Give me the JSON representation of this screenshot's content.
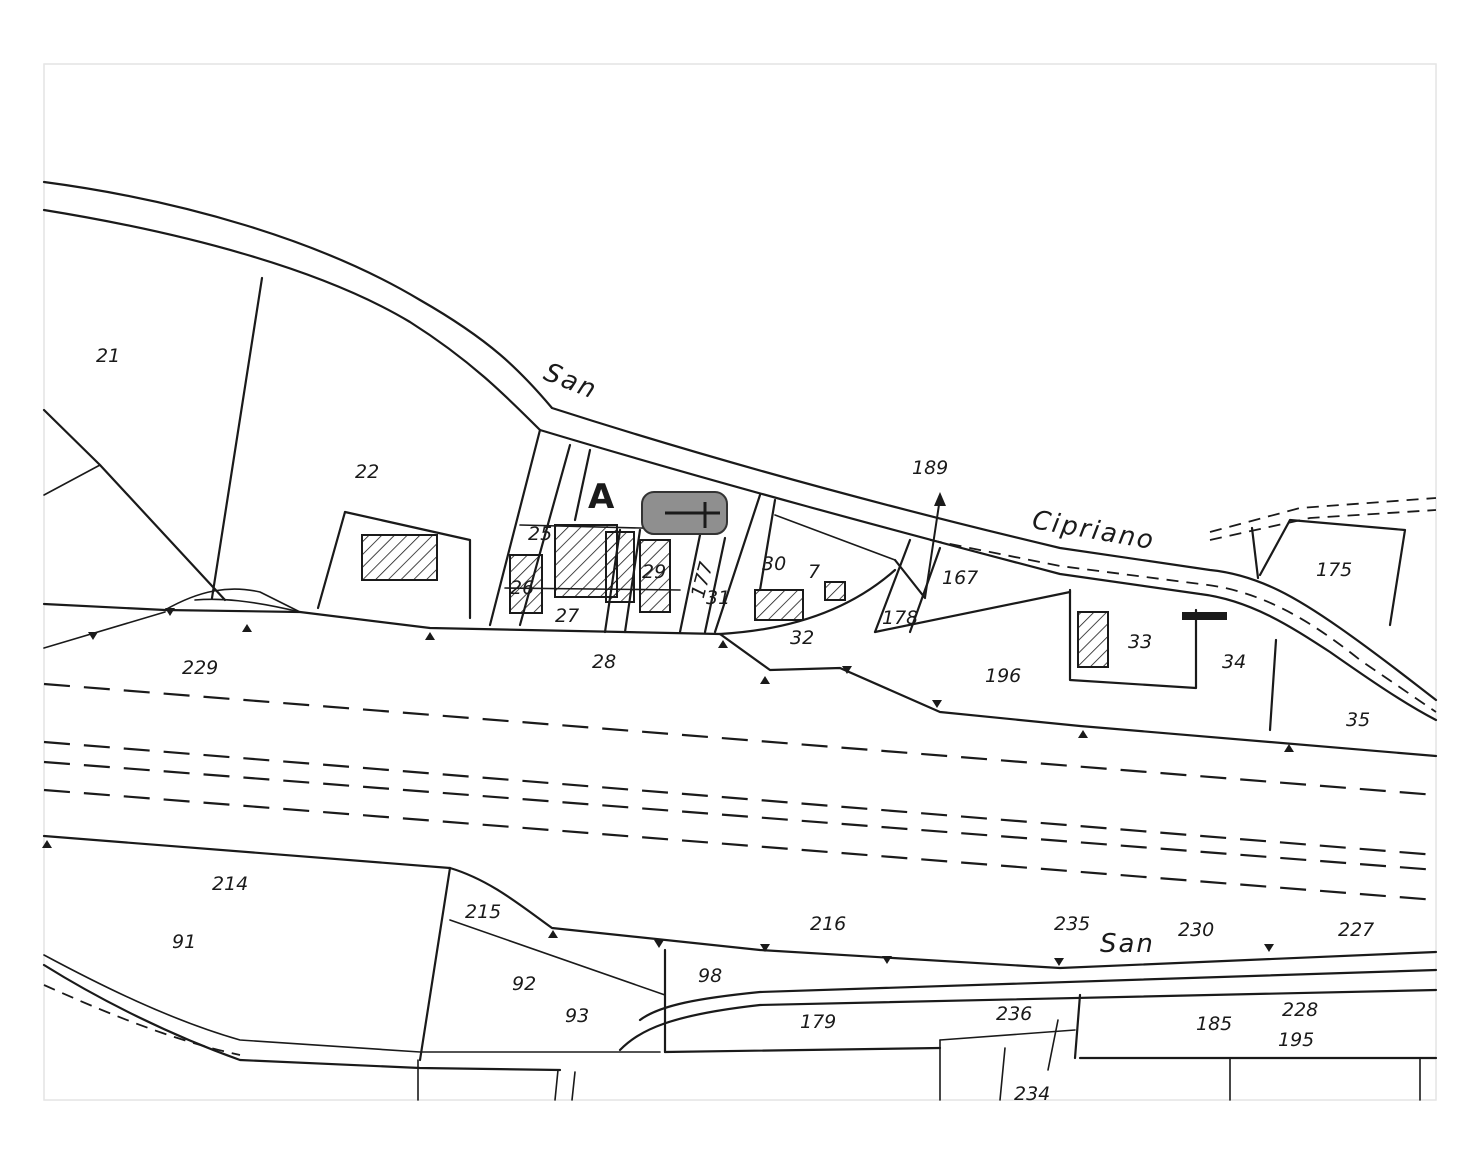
{
  "map": {
    "road_labels": {
      "san_upper": "San",
      "cipriano": "Cipriano",
      "san_lower": "San"
    },
    "section_letter": "A",
    "parcels": {
      "p21": "21",
      "p22": "22",
      "p25": "25",
      "p26": "26",
      "p27": "27",
      "p28": "28",
      "p29": "29",
      "p177": "177",
      "p31": "31",
      "p30": "30",
      "p7": "7",
      "p32": "32",
      "p189": "189",
      "p167": "167",
      "p178": "178",
      "p196": "196",
      "p33": "33",
      "p34": "34",
      "p35": "35",
      "p175": "175",
      "p229": "229",
      "p214": "214",
      "p215": "215",
      "p216": "216",
      "p91": "91",
      "p92": "92",
      "p93": "93",
      "p98": "98",
      "p179": "179",
      "p235": "235",
      "p230": "230",
      "p227": "227",
      "p228": "228",
      "p185": "185",
      "p195": "195",
      "p236": "236",
      "p234": "234"
    },
    "colors": {
      "ink": "#1a1a1a",
      "church_fill": "#8f8f8f",
      "paper": "#ffffff"
    },
    "icons": {
      "church": "church-cross-icon",
      "survey_mark": "survey-triangle-icon",
      "north_arrow": "arrow-icon"
    }
  }
}
